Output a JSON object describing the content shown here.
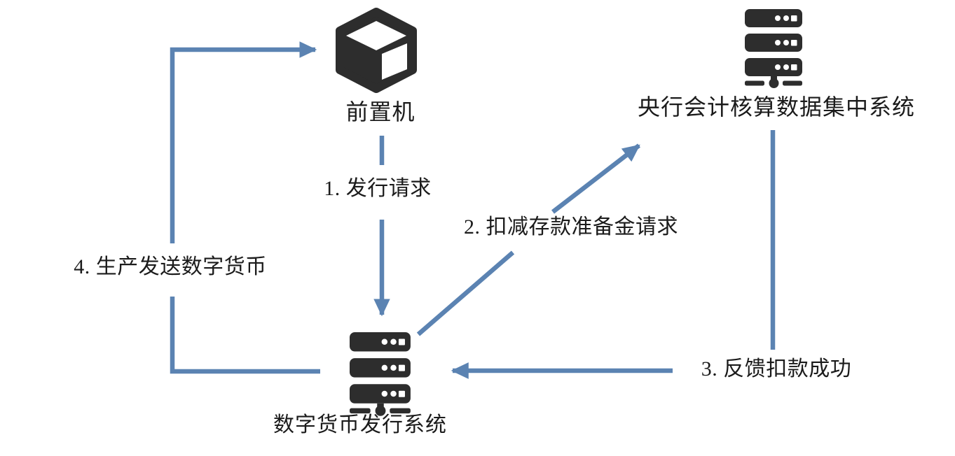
{
  "theme": {
    "background": "#ffffff",
    "arrow_color": "#5b83b2",
    "icon_color": "#2d2d2d",
    "text_color": "#1b1b1b"
  },
  "nodes": {
    "frontend": {
      "label": "前置机",
      "icon": "cube-icon"
    },
    "central_bank": {
      "label": "央行会计核算数据集中系统",
      "icon": "server-icon"
    },
    "issuance": {
      "label": "数字货币发行系统",
      "icon": "server-icon"
    }
  },
  "flows": {
    "f1": {
      "step": "1",
      "label": "1. 发行请求",
      "from": "前置机",
      "to": "数字货币发行系统"
    },
    "f2": {
      "step": "2",
      "label": "2. 扣减存款准备金请求",
      "from": "数字货币发行系统",
      "to": "央行会计核算数据集中系统"
    },
    "f3": {
      "step": "3",
      "label": "3. 反馈扣款成功",
      "from": "央行会计核算数据集中系统",
      "to": "数字货币发行系统"
    },
    "f4": {
      "step": "4",
      "label": "4. 生产发送数字货币",
      "from": "数字货币发行系统",
      "to": "前置机"
    }
  }
}
